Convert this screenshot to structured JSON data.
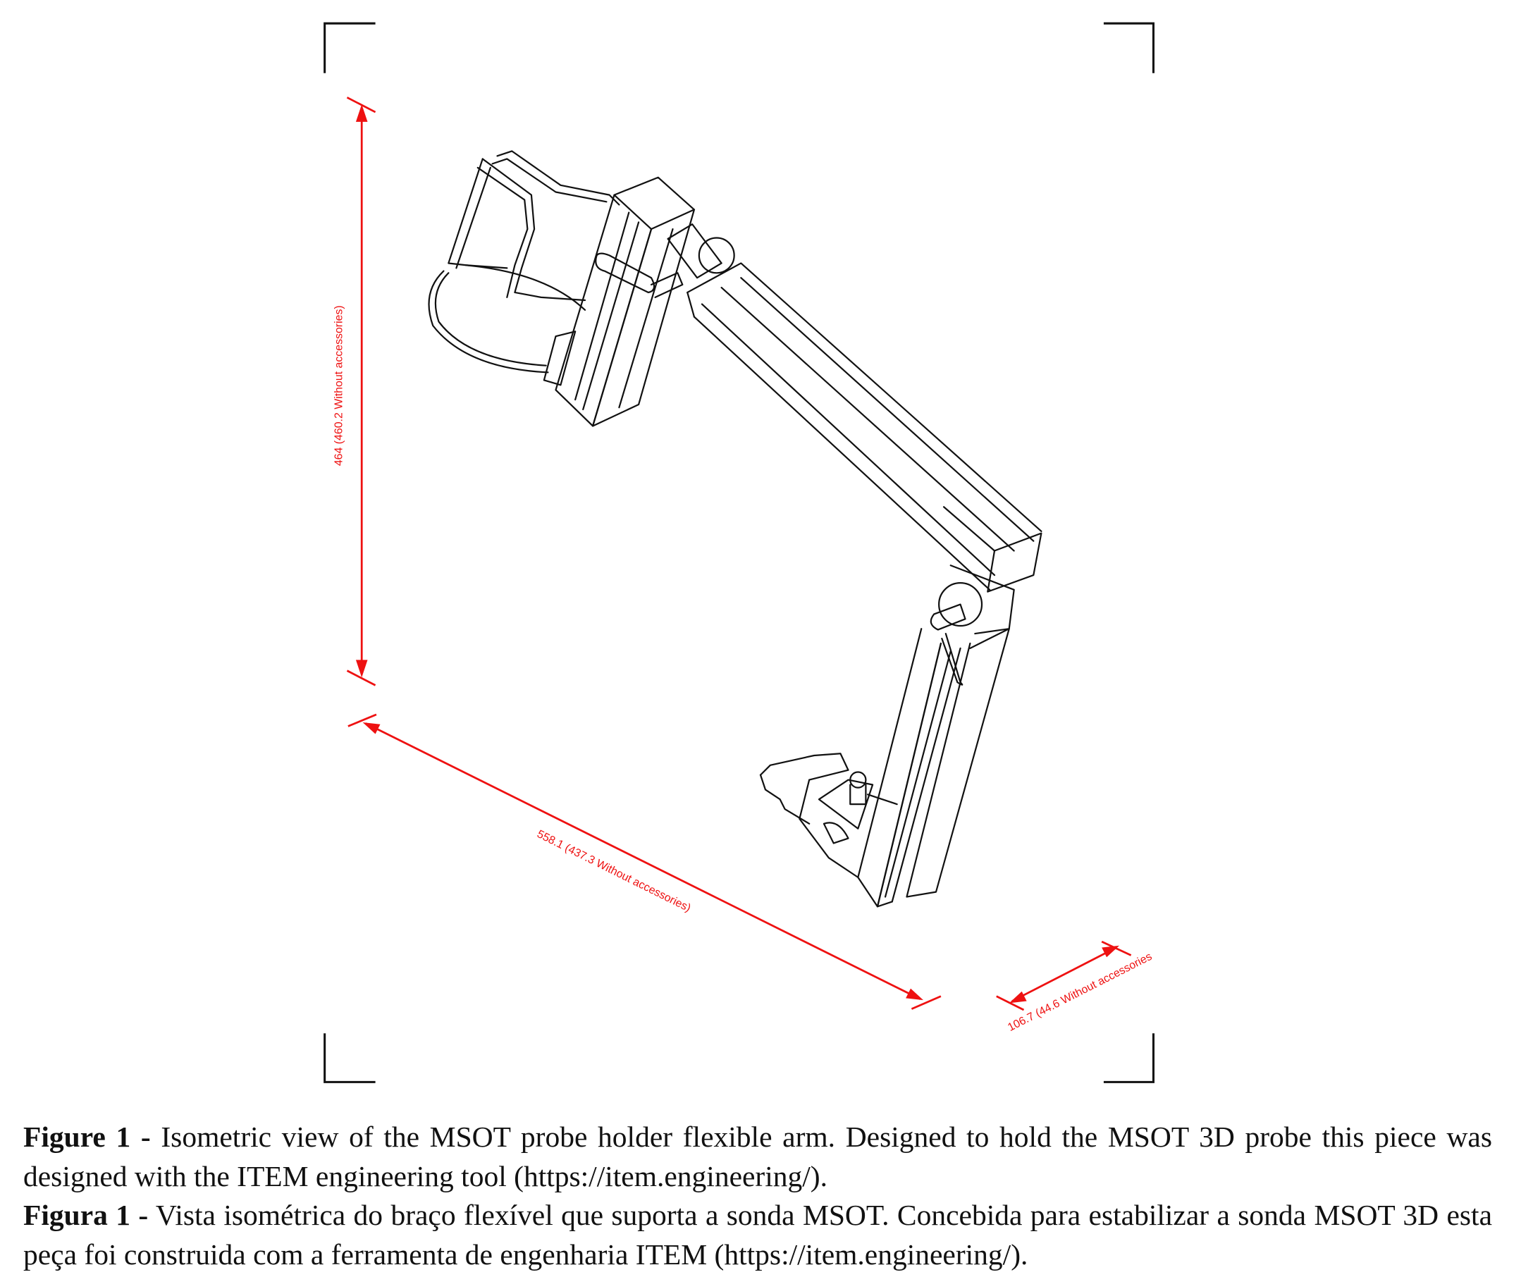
{
  "figure": {
    "dimensions": {
      "height": "464   (460.2 Without accessories)",
      "length": "558.1   (437.3 Without accessories)",
      "depth": "106.7   (44.6 Without accessories"
    },
    "colors": {
      "dimension": "#ee1111",
      "lines": "#111111"
    }
  },
  "caption": {
    "en_label": "Figure 1 -",
    "en_text": " Isometric view of the MSOT probe holder flexible arm. Designed to hold the MSOT 3D probe this piece was designed with the ITEM engineering tool (https://item.engineering/).",
    "pt_label": "Figura 1 -",
    "pt_text": " Vista isométrica do braço flexível que suporta a sonda MSOT. Concebida para estabilizar a sonda MSOT 3D esta peça foi construida com a ferramenta de engenharia ITEM (https://item.engineering/)."
  }
}
